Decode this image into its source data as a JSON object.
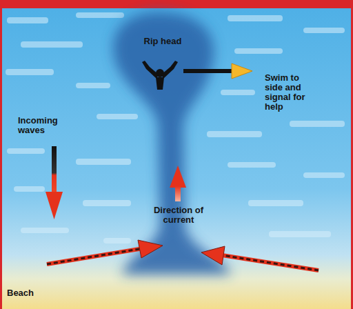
{
  "diagram": {
    "labels": [
      "Rip head",
      "Swim to side and signal for help",
      "Incoming waves",
      "Direction of current",
      "Beach"
    ]
  }
}
